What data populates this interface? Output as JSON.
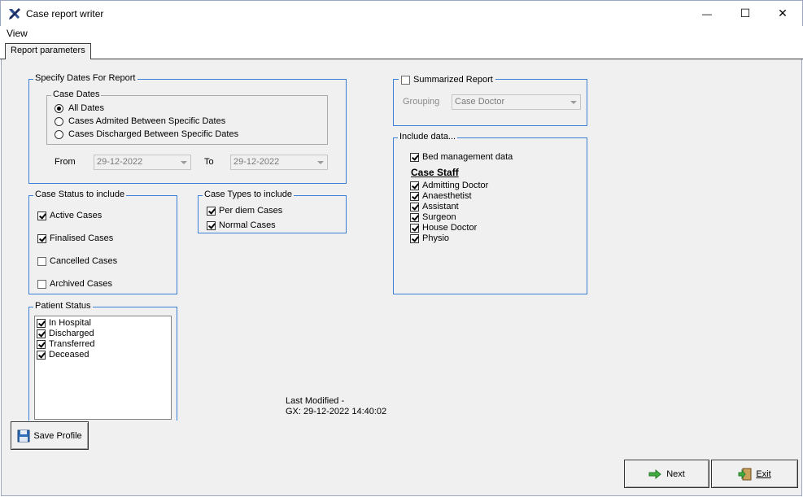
{
  "window": {
    "title": "Case report writer",
    "minimize": "—",
    "maximize": "☐",
    "close": "✕"
  },
  "menu": {
    "view": "View"
  },
  "tabs": {
    "report_parameters": "Report parameters"
  },
  "dates_group": {
    "title": "Specify Dates For Report",
    "case_dates_title": "Case Dates",
    "options": [
      "All Dates",
      "Cases Admited Between Specific Dates",
      "Cases Discharged Between Specific Dates"
    ],
    "selected_index": 0,
    "from_label": "From",
    "from_value": "29-12-2022",
    "to_label": "To",
    "to_value": "29-12-2022"
  },
  "case_status": {
    "title": "Case Status to include",
    "items": [
      {
        "label": "Active Cases",
        "checked": true
      },
      {
        "label": "Finalised Cases",
        "checked": true
      },
      {
        "label": "Cancelled Cases",
        "checked": false
      },
      {
        "label": "Archived Cases",
        "checked": false
      }
    ]
  },
  "case_types": {
    "title": "Case Types to include",
    "items": [
      {
        "label": "Per diem Cases",
        "checked": true
      },
      {
        "label": "Normal Cases",
        "checked": true
      }
    ]
  },
  "patient_status": {
    "title": "Patient Status",
    "items": [
      {
        "label": "In Hospital",
        "checked": true
      },
      {
        "label": "Discharged",
        "checked": true
      },
      {
        "label": "Transferred",
        "checked": true
      },
      {
        "label": "Deceased",
        "checked": true
      }
    ]
  },
  "summarized": {
    "label": "Summarized Report",
    "checked": false,
    "grouping_label": "Grouping",
    "grouping_value": "Case Doctor"
  },
  "include_data": {
    "title": "Include data...",
    "bed_management": {
      "label": "Bed management data",
      "checked": true
    },
    "case_staff_heading": "Case Staff",
    "staff": [
      {
        "label": "Admitting Doctor",
        "checked": true
      },
      {
        "label": "Anaesthetist",
        "checked": true
      },
      {
        "label": "Assistant",
        "checked": true
      },
      {
        "label": "Surgeon",
        "checked": true
      },
      {
        "label": "House Doctor",
        "checked": true
      },
      {
        "label": "Physio",
        "checked": true
      }
    ]
  },
  "last_modified": {
    "line1": "Last Modified -",
    "line2": "GX: 29-12-2022 14:40:02"
  },
  "buttons": {
    "save_profile": "Save Profile",
    "next": "Next",
    "exit": "Exit"
  }
}
